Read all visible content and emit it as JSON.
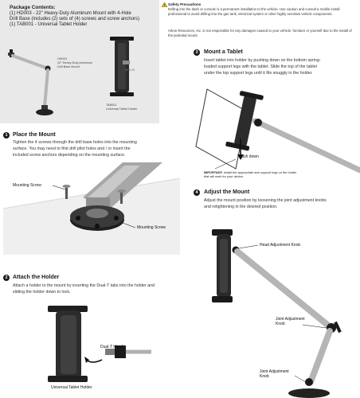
{
  "package": {
    "title": "Package Contents:",
    "line1": "(1) HD003 - 22\" Heavy-Duty Aluminum Mount with 4-Hole",
    "line2": "Drill Base (includes (2) sets of (4) screws and screw anchors)",
    "line3": "(1) TAB001 - Universal Tablet Holder",
    "mount_label_1": "HD003",
    "mount_label_2": "22\" Heavy-Duty Aluminum",
    "mount_label_3": "Drill Base Mount",
    "holder_label_1": "TAB001",
    "holder_label_2": "Universal Tablet Holder",
    "logo_text": "ARKON"
  },
  "safety": {
    "title": "Safety Precautions",
    "text": "Drilling into the dash or console is a permanent installation to the vehicle. Use caution and consult a mobile install professional to avoid drilling into the gas tank, electrical system or other highly sensitive vehicle components.",
    "disclaimer": "Arkon Resources, Inc. is not responsible for any damages caused to your vehicle, furniture or yourself due to the install of the pedestal mount."
  },
  "step1": {
    "num": "1",
    "title": "Place the Mount",
    "line1": "Tighten the 4 screws through the drill base holes into the mounting",
    "line2": "surface. You may need to first drill pilot holes and / or insert the",
    "line3": "included screw anchors depending on the mounting surface.",
    "callout_left": "Mounting Screw",
    "callout_right": "Mounting Screw"
  },
  "step2": {
    "num": "2",
    "title": "Attach the Holder",
    "line1": "Attach a holder to the mount by inserting the Dual-T tabs into the holder and",
    "line2": "sliding the holder down to lock.",
    "callout_dual": "Dual-T Head",
    "callout_holder": "Universal Tablet Holder"
  },
  "step3": {
    "num": "3",
    "title": "Mount a Tablet",
    "line1": "Insert tablet into holder by pushing down on the bottom spring-",
    "line2": "loaded support legs with the tablet. Slide the top of the tablet",
    "line3": "under the top support legs until it fits snuggly in the holder.",
    "callout_push": "Push down",
    "important_label": "IMPORTANT:",
    "important_text": " Install the appropriate size support legs on the holder",
    "important_text2": "that will work for your device."
  },
  "step4": {
    "num": "4",
    "title": "Adjust the Mount",
    "line1": "Adjust the mount position by loosening the joint adjustment knobs",
    "line2": "and retightening in the desired position.",
    "callout_head": "Head Adjustment Knob",
    "callout_joint_1": "Joint Adjustment",
    "callout_joint_1b": "Knob",
    "callout_joint_2": "Joint Adjustment",
    "callout_joint_2b": "Knob"
  },
  "colors": {
    "panel_bg": "#e9e9e9",
    "metal": "#b9b9b9",
    "dark": "#1a1a1a",
    "warning": "#f2c200"
  }
}
